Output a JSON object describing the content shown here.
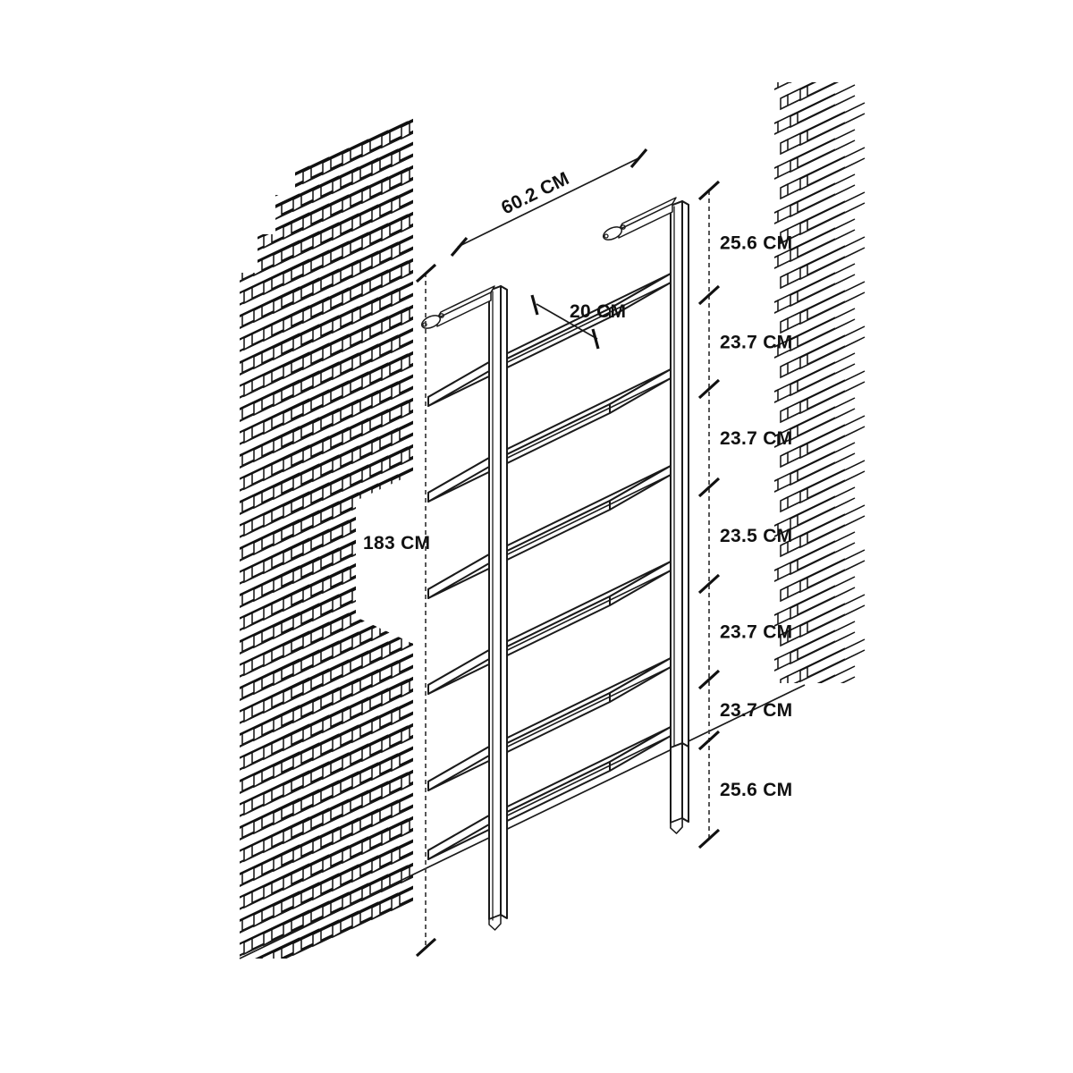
{
  "drawing": {
    "title": "Wall-mounted ladder bookshelf dimensioned isometric drawing",
    "units": "CM",
    "line_color": "#1a1a1a",
    "background_color": "#ffffff",
    "dimensions": {
      "overall_height": "183 CM",
      "shelf_width": "60.2 CM",
      "shelf_depth": "20 CM",
      "vertical_spacings": [
        "25.6 CM",
        "23.7 CM",
        "23.7 CM",
        "23.5 CM",
        "23.7 CM",
        "23.7 CM",
        "25.6 CM"
      ]
    },
    "labels": {
      "height": "183 CM",
      "width": "60.2 CM",
      "depth": "20 CM",
      "gap_1": "25.6 CM",
      "gap_2": "23.7 CM",
      "gap_3": "23.7 CM",
      "gap_4": "23.5 CM",
      "gap_5": "23.7 CM",
      "gap_6": "23.7 CM",
      "gap_7": "25.6 CM"
    },
    "components": {
      "shelf_count": 6,
      "post_count": 2,
      "bracket_count": 2,
      "wall_left": "brick-wall-cutaway",
      "wall_right": "brick-wall-edge"
    }
  }
}
